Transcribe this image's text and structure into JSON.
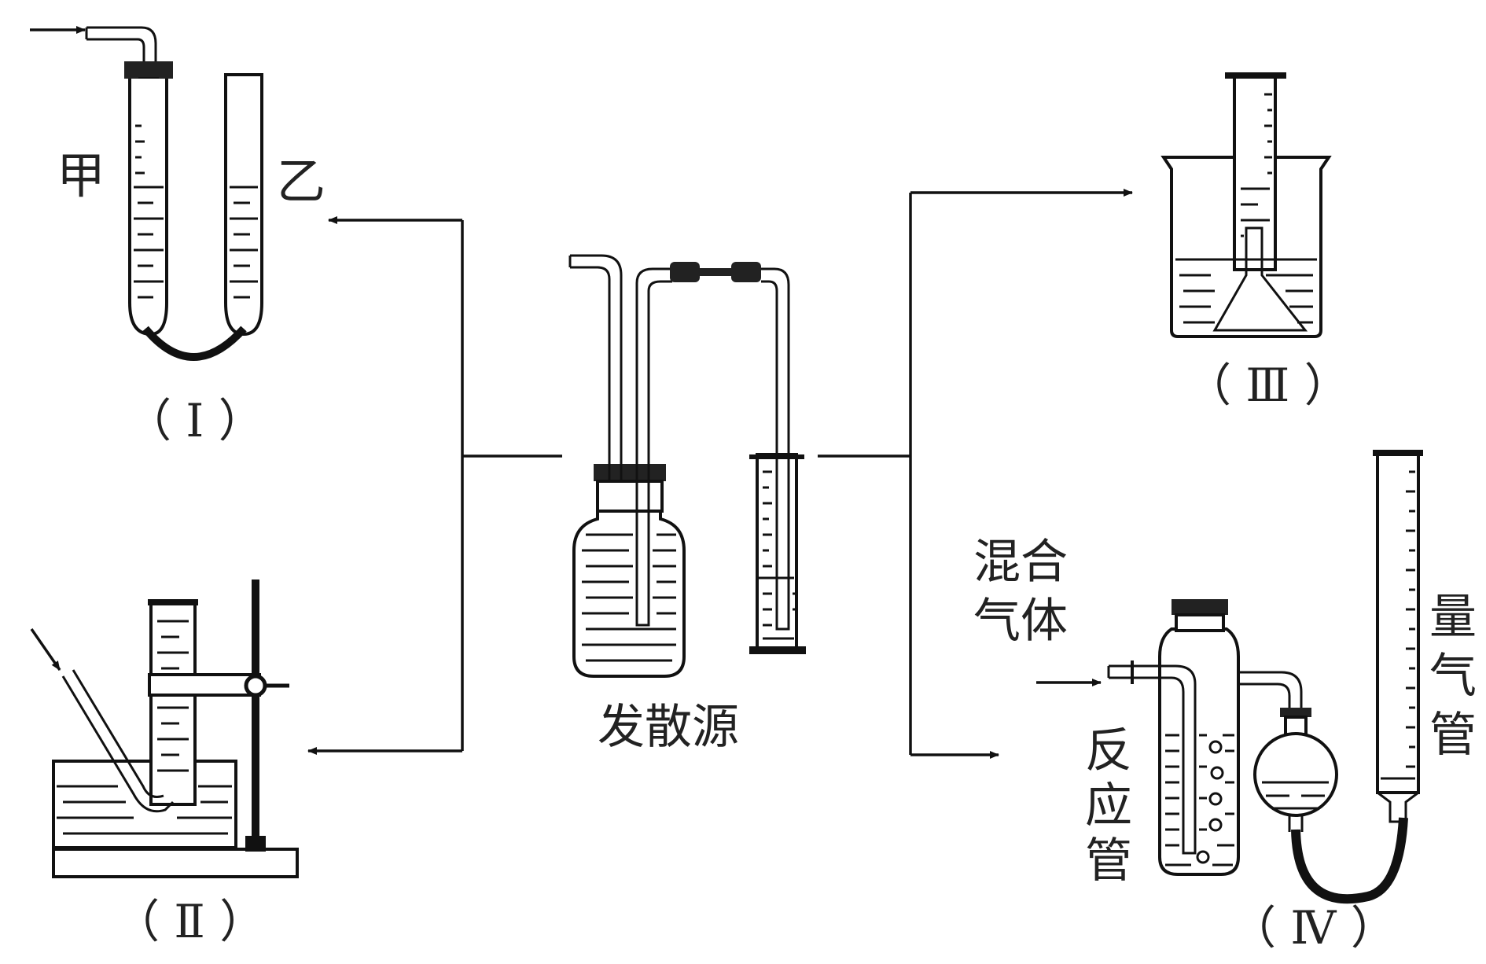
{
  "labels": {
    "source": "发散源",
    "jia": "甲",
    "yi": "乙",
    "mixed_gas": "混合",
    "mixed_gas_2": "气体",
    "reaction_tube": "反",
    "reaction_tube_2": "应",
    "reaction_tube_3": "管",
    "gas_burette": "量",
    "gas_burette_2": "气",
    "gas_burette_3": "管"
  },
  "captions": {
    "fig1": "（ Ⅰ ）",
    "fig2": "（ Ⅱ ）",
    "fig3": "（ Ⅲ ）",
    "fig4": "（ Ⅳ ）"
  }
}
